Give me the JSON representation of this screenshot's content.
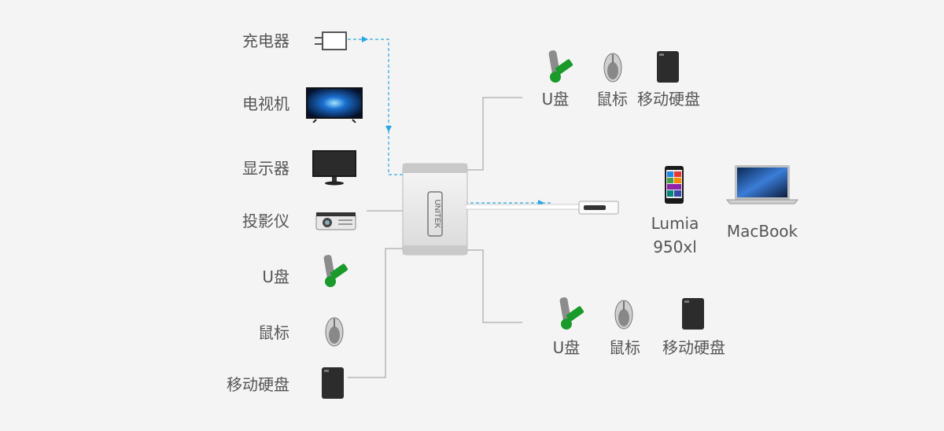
{
  "left_devices": [
    {
      "id": "charger",
      "label": "充电器"
    },
    {
      "id": "tv",
      "label": "电视机"
    },
    {
      "id": "monitor",
      "label": "显示器"
    },
    {
      "id": "projector",
      "label": "投影仪"
    },
    {
      "id": "usb",
      "label": "U盘"
    },
    {
      "id": "mouse",
      "label": "鼠标"
    },
    {
      "id": "hdd",
      "label": "移动硬盘"
    }
  ],
  "top_right_devices": [
    {
      "id": "usb",
      "label": "U盘"
    },
    {
      "id": "mouse",
      "label": "鼠标"
    },
    {
      "id": "hdd",
      "label": "移动硬盘"
    }
  ],
  "bottom_right_devices": [
    {
      "id": "usb",
      "label": "U盘"
    },
    {
      "id": "mouse",
      "label": "鼠标"
    },
    {
      "id": "hdd",
      "label": "移动硬盘"
    }
  ],
  "hosts": [
    {
      "id": "lumia",
      "label_line1": "Lumia",
      "label_line2": "950xl"
    },
    {
      "id": "macbook",
      "label": "MacBook"
    }
  ],
  "hub_brand": "UNITEK",
  "colors": {
    "background": "#f4f4f4",
    "line": "#999999",
    "power_path": "#2aa6e0",
    "usb_green": "#1a9a2a"
  }
}
